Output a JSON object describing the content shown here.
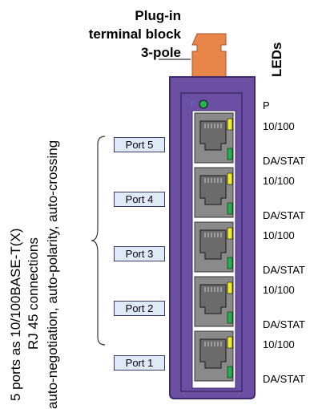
{
  "terminal_block": {
    "line1": "Plug-in",
    "line2": "terminal block",
    "line3": "3-pole"
  },
  "leds_label": "LEDs",
  "description": {
    "line1": "5 ports as 10/100BASE-T(X)",
    "line2": "RJ 45 connections",
    "line3": "auto-negotiation, auto-polarity, auto-crossing"
  },
  "power_led_label": "P",
  "ports": [
    {
      "label": "Port 5"
    },
    {
      "label": "Port 4"
    },
    {
      "label": "Port 3"
    },
    {
      "label": "Port 2"
    },
    {
      "label": "Port 1"
    }
  ],
  "led_labels": [
    "10/100",
    "DA/STAT",
    "10/100",
    "DA/STAT",
    "10/100",
    "DA/STAT",
    "10/100",
    "DA/STAT",
    "10/100",
    "DA/STAT"
  ],
  "colors": {
    "housing": "#6a4fa3",
    "housing_edge": "#3d2a6e",
    "connector": "#e8864a",
    "port_body": "#7d7d7d",
    "led_green": "#22b14c",
    "led_yellow": "#f4ea22",
    "label_fill": "#dfe9f7"
  }
}
